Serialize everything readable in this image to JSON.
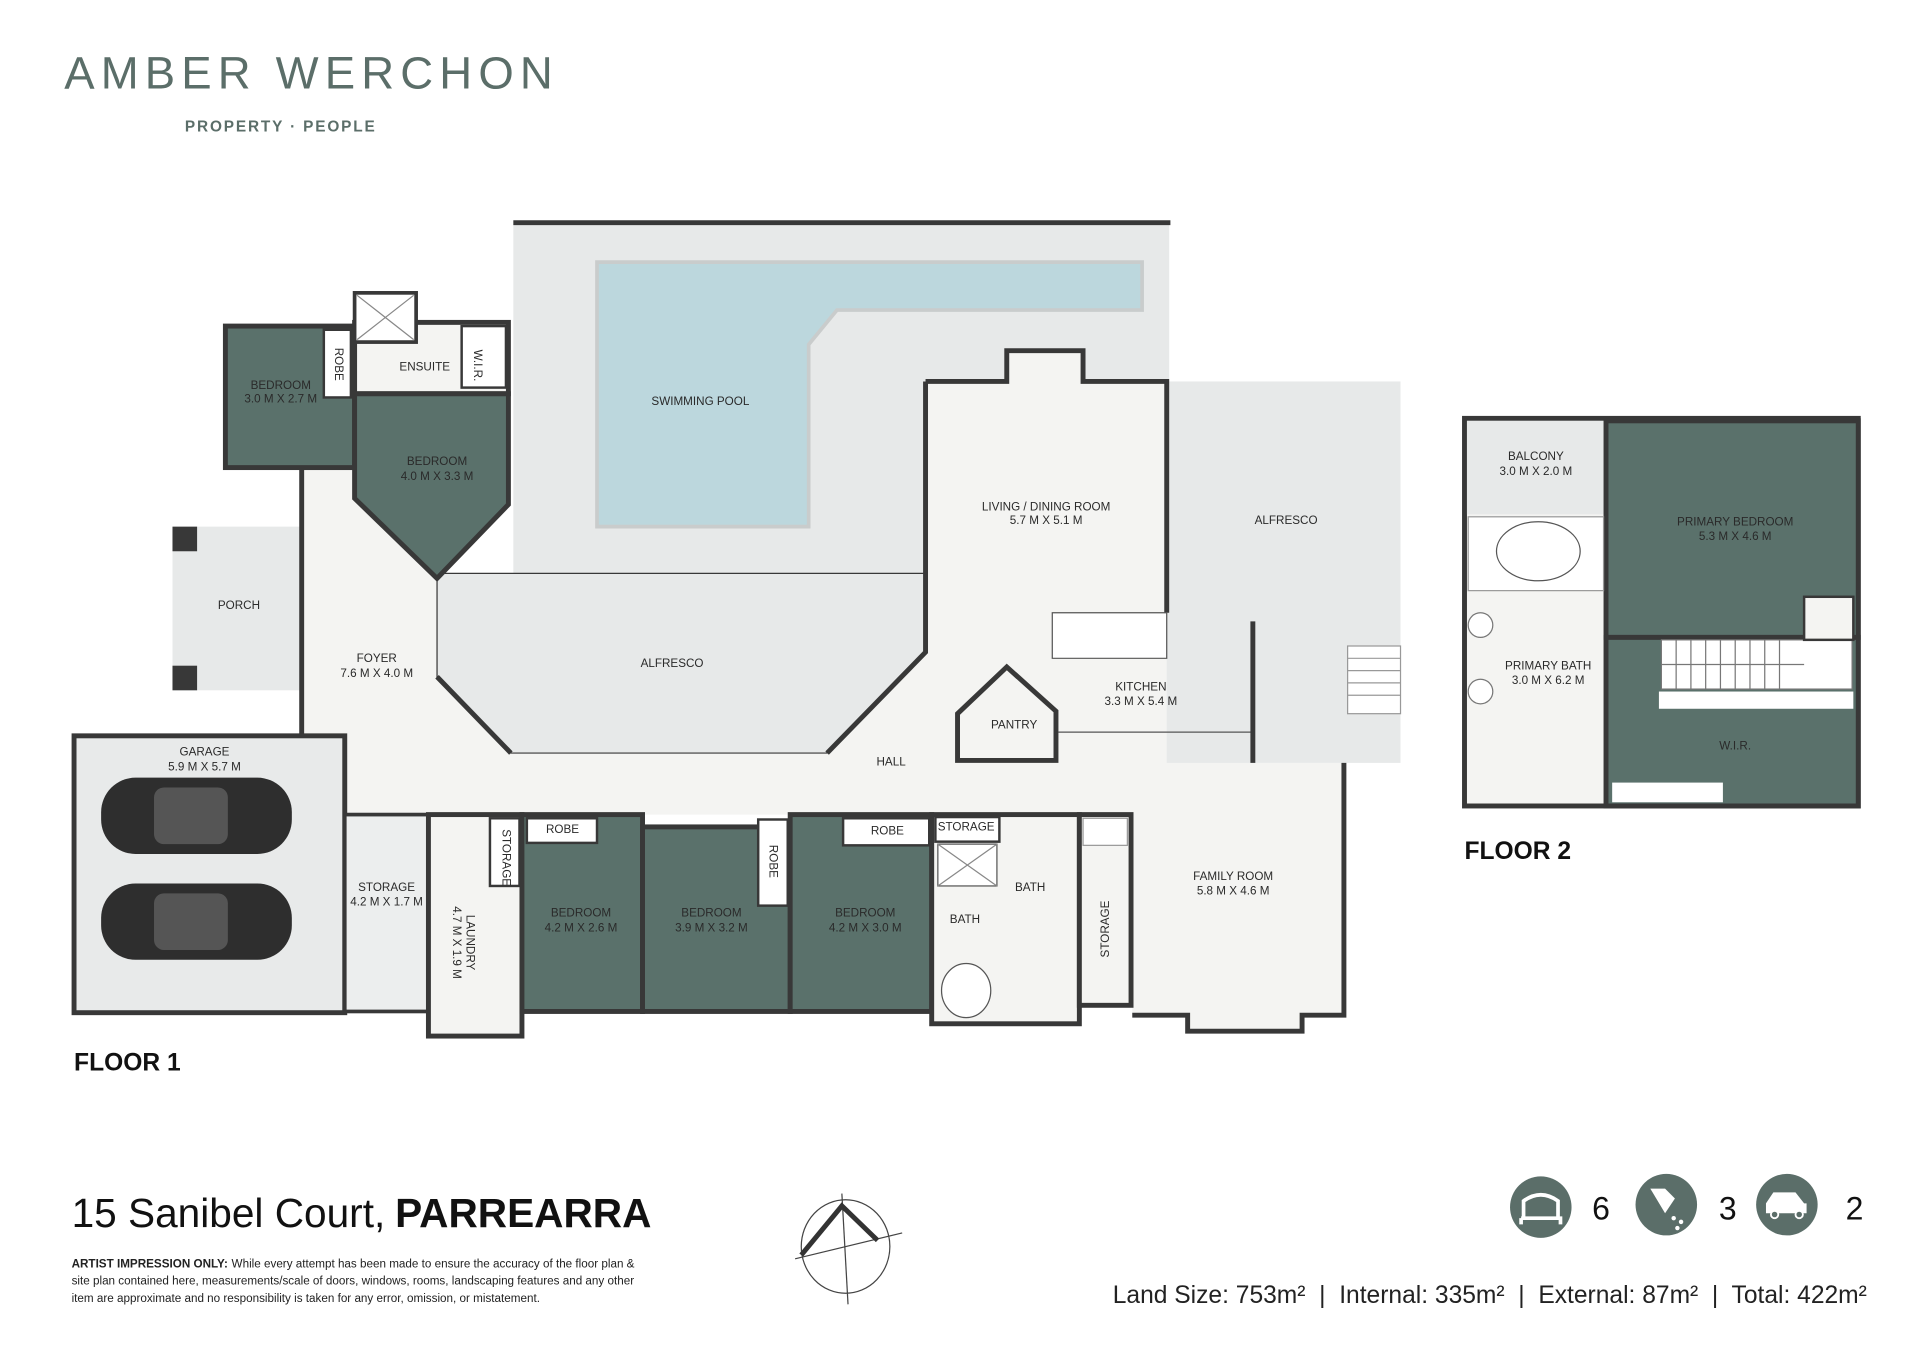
{
  "brand": {
    "name": "AMBER WERCHON",
    "tagline": "PROPERTY · PEOPLE",
    "color": "#5b6e69"
  },
  "floors": {
    "floor1": "FLOOR 1",
    "floor2": "FLOOR 2"
  },
  "rooms_floor1": [
    {
      "name": "BEDROOM",
      "size": "3.0 M X 2.7 M"
    },
    {
      "name": "ROBE"
    },
    {
      "name": "ENSUITE"
    },
    {
      "name": "W.I.R."
    },
    {
      "name": "BEDROOM",
      "size": "4.0 M X 3.3 M"
    },
    {
      "name": "SWIMMING POOL"
    },
    {
      "name": "PORCH"
    },
    {
      "name": "FOYER",
      "size": "7.6 M X 4.0 M"
    },
    {
      "name": "ALFRESCO"
    },
    {
      "name": "LIVING / DINING ROOM",
      "size": "5.7 M X 5.1 M"
    },
    {
      "name": "ALFRESCO"
    },
    {
      "name": "KITCHEN",
      "size": "3.3 M X 5.4 M"
    },
    {
      "name": "PANTRY"
    },
    {
      "name": "HALL"
    },
    {
      "name": "GARAGE",
      "size": "5.9 M X 5.7 M"
    },
    {
      "name": "STORAGE",
      "size": "4.2 M X 1.7 M"
    },
    {
      "name": "LAUNDRY",
      "size": "4.7 M X 1.9 M"
    },
    {
      "name": "STORAGE"
    },
    {
      "name": "ROBE"
    },
    {
      "name": "BEDROOM",
      "size": "4.2 M X 2.6 M"
    },
    {
      "name": "BEDROOM",
      "size": "3.9 M X 3.2 M"
    },
    {
      "name": "ROBE"
    },
    {
      "name": "ROBE"
    },
    {
      "name": "BEDROOM",
      "size": "4.2 M X 3.0 M"
    },
    {
      "name": "STORAGE"
    },
    {
      "name": "BATH"
    },
    {
      "name": "BATH"
    },
    {
      "name": "STORAGE"
    },
    {
      "name": "FAMILY ROOM",
      "size": "5.8 M X 4.6 M"
    }
  ],
  "rooms_floor2": [
    {
      "name": "BALCONY",
      "size": "3.0 M X 2.0 M"
    },
    {
      "name": "PRIMARY BEDROOM",
      "size": "5.3 M X 4.6 M"
    },
    {
      "name": "PRIMARY BATH",
      "size": "3.0 M X 6.2 M"
    },
    {
      "name": "W.I.R."
    }
  ],
  "address": {
    "street": "15 Sanibel Court,",
    "suburb": "PARREARRA"
  },
  "disclaimer": {
    "heading": "ARTIST IMPRESSION ONLY:",
    "line1": "While every attempt has been made to ensure the accuracy of the floor plan &",
    "line2": "site plan contained here, measurements/scale of doors, windows, rooms, landscaping features and any other",
    "line3": "item are approximate and no responsibility is taken for any error, omission, or mistatement."
  },
  "features": {
    "bedrooms": "6",
    "bathrooms": "3",
    "cars": "2",
    "icons": [
      "bed-icon",
      "shower-icon",
      "car-icon"
    ]
  },
  "stats": "Land Size: 753m²  |  Internal: 335m²  |  External: 87m²  |  Total: 422m²",
  "colors": {
    "room_green": "#5a716b",
    "pool": "#bcd7dd",
    "outdoor": "#e7e9e9",
    "floor": "#f4f4f2"
  }
}
